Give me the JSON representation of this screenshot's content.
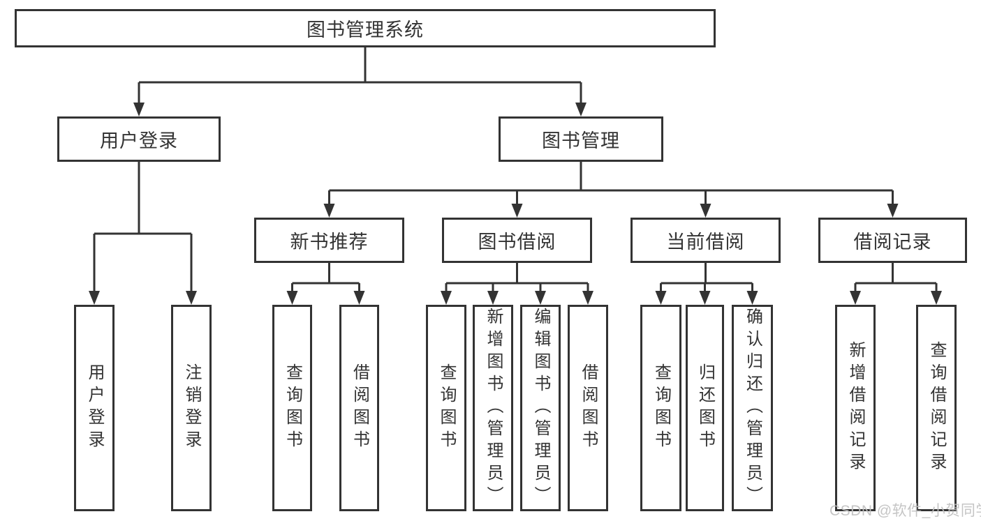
{
  "colors": {
    "line": "#333333",
    "box_border": "#333333",
    "text": "#333333",
    "background": "#ffffff",
    "watermark": "#c0c0c0"
  },
  "watermark": {
    "text": "CSDN @软件_小贺同学"
  },
  "diagram": {
    "type": "tree",
    "root": {
      "label": "图书管理系统",
      "children": [
        {
          "label": "用户登录",
          "children": [
            {
              "label": "用户登录"
            },
            {
              "label": "注销登录"
            }
          ]
        },
        {
          "label": "图书管理",
          "children": [
            {
              "label": "新书推荐",
              "children": [
                {
                  "label": "查询图书"
                },
                {
                  "label": "借阅图书"
                }
              ]
            },
            {
              "label": "图书借阅",
              "children": [
                {
                  "label": "查询图书"
                },
                {
                  "label": "新增图书（管理员）"
                },
                {
                  "label": "编辑图书（管理员）"
                },
                {
                  "label": "借阅图书"
                }
              ]
            },
            {
              "label": "当前借阅",
              "children": [
                {
                  "label": "查询图书"
                },
                {
                  "label": "归还图书"
                },
                {
                  "label": "确认归还（管理员）"
                }
              ]
            },
            {
              "label": "借阅记录",
              "children": [
                {
                  "label": "新增借阅记录"
                },
                {
                  "label": "查询借阅记录"
                }
              ]
            }
          ]
        }
      ]
    }
  }
}
